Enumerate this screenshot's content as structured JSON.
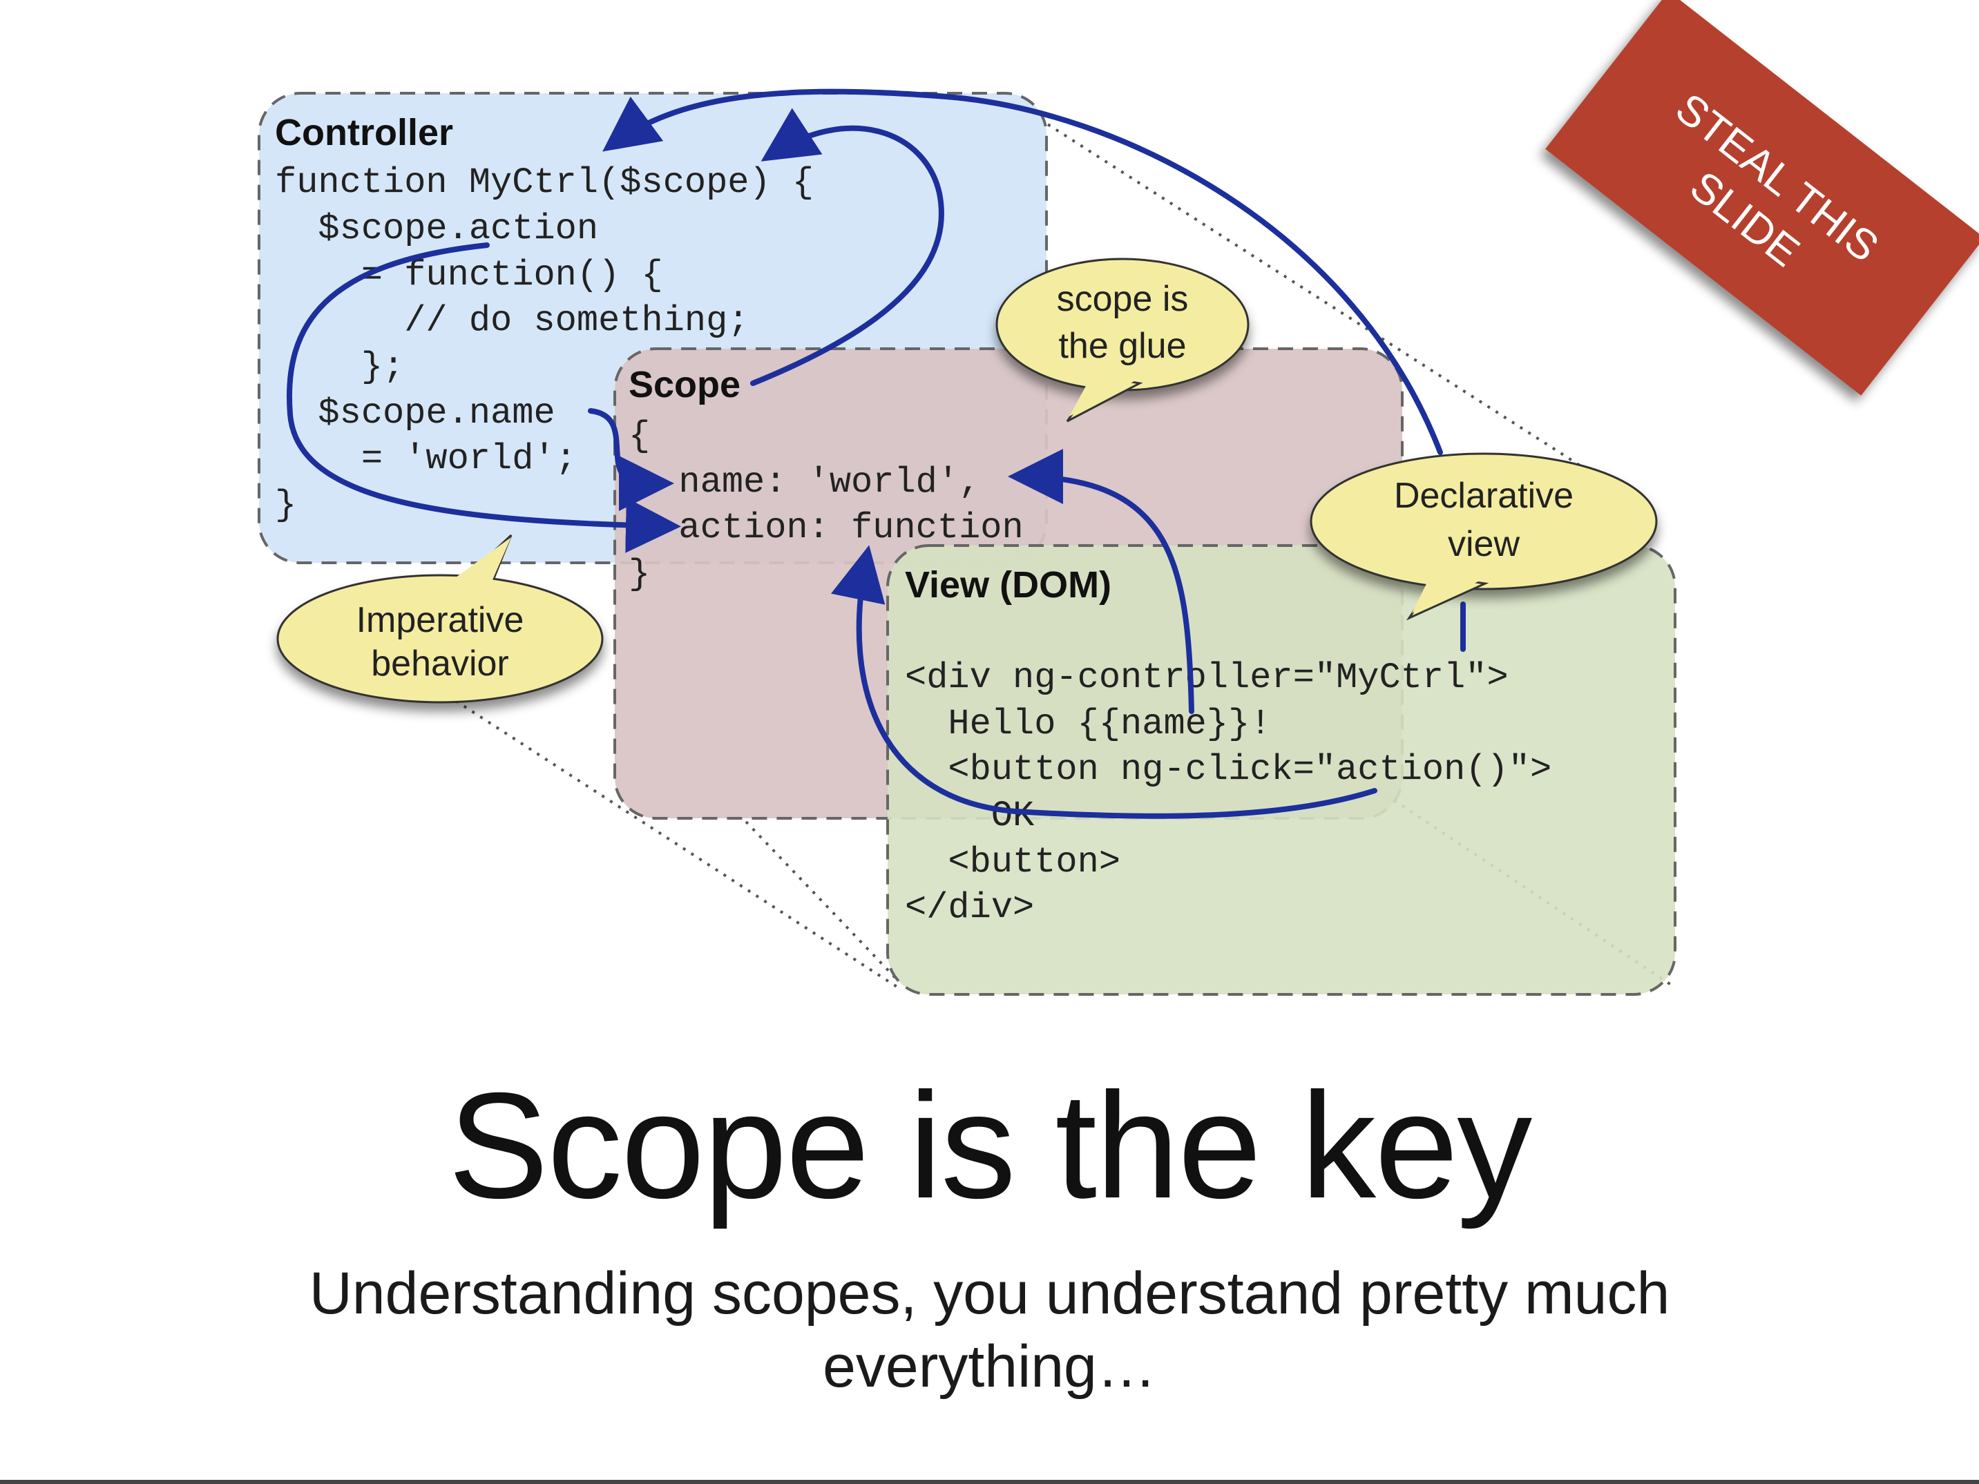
{
  "slide": {
    "title": "Scope is the key",
    "subtitle": "Understanding scopes, you understand pretty much everything…"
  },
  "badge": {
    "line1": "STEAL THIS",
    "line2": "SLIDE",
    "color": "#b5412e"
  },
  "diagram": {
    "controller": {
      "heading": "Controller",
      "code": [
        "function MyCtrl($scope) {",
        "  $scope.action",
        "    = function() {",
        "      // do something;",
        "    };",
        "  $scope.name",
        "    = 'world';",
        "}"
      ],
      "color": "#d5e6f8"
    },
    "scope": {
      "heading": "Scope",
      "code": [
        "{",
        "  name: 'world',",
        "  action: function",
        "}"
      ],
      "color": "#d9c3c3"
    },
    "view": {
      "heading": "View (DOM)",
      "code": [
        "<div ng-controller=\"MyCtrl\">",
        "  Hello {{name}}!",
        "  <button ng-click=\"action()\">",
        "    OK",
        "  <button>",
        "</div>"
      ],
      "color": "#d6e1c2"
    },
    "callouts": {
      "imperative": [
        "Imperative",
        "behavior"
      ],
      "glue": [
        "scope is",
        "the glue"
      ],
      "declarative": [
        "Declarative",
        "view"
      ]
    },
    "arrow_color": "#1c2f9c",
    "bubble_color": "#f4eca0"
  }
}
